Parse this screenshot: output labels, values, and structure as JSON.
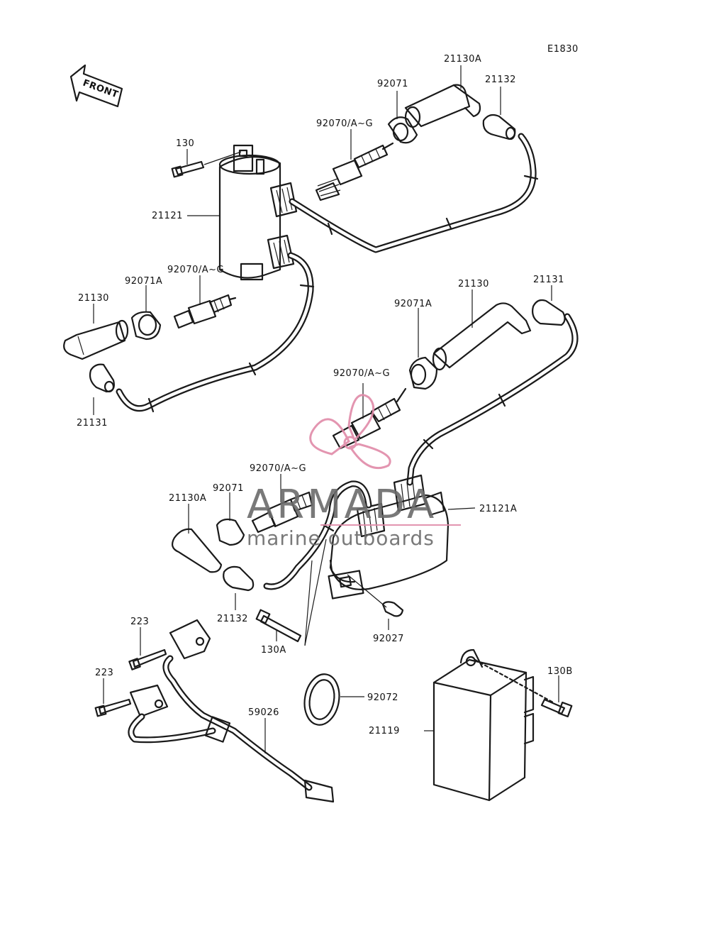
{
  "diagram_code": "E1830",
  "front_label": "FRONT",
  "watermark": {
    "brand": "ARMADA",
    "tagline": "marine outboards",
    "accent_color": "#e08aa8",
    "text_color": "#6b6b6b"
  },
  "callouts": {
    "c130_top": "130",
    "c21121": "21121",
    "c92071_top": "92071",
    "c92070_top": "92070/A~G",
    "c21130A_top": "21130A",
    "c21132_top": "21132",
    "c92071A_left": "92071A",
    "c92070_left": "92070/A~G",
    "c21130_left": "21130",
    "c21131_left": "21131",
    "c21130_right": "21130",
    "c21131_right": "21131",
    "c92071A_right": "92071A",
    "c92070_mid": "92070/A~G",
    "c92070_low": "92070/A~G",
    "c21130A_low": "21130A",
    "c92071_low": "92071",
    "c21121A": "21121A",
    "c21132_low": "21132",
    "c130A": "130A",
    "c92027": "92027",
    "c223_a": "223",
    "c223_b": "223",
    "c59026": "59026",
    "c92072": "92072",
    "c130B": "130B",
    "c21119": "21119"
  }
}
